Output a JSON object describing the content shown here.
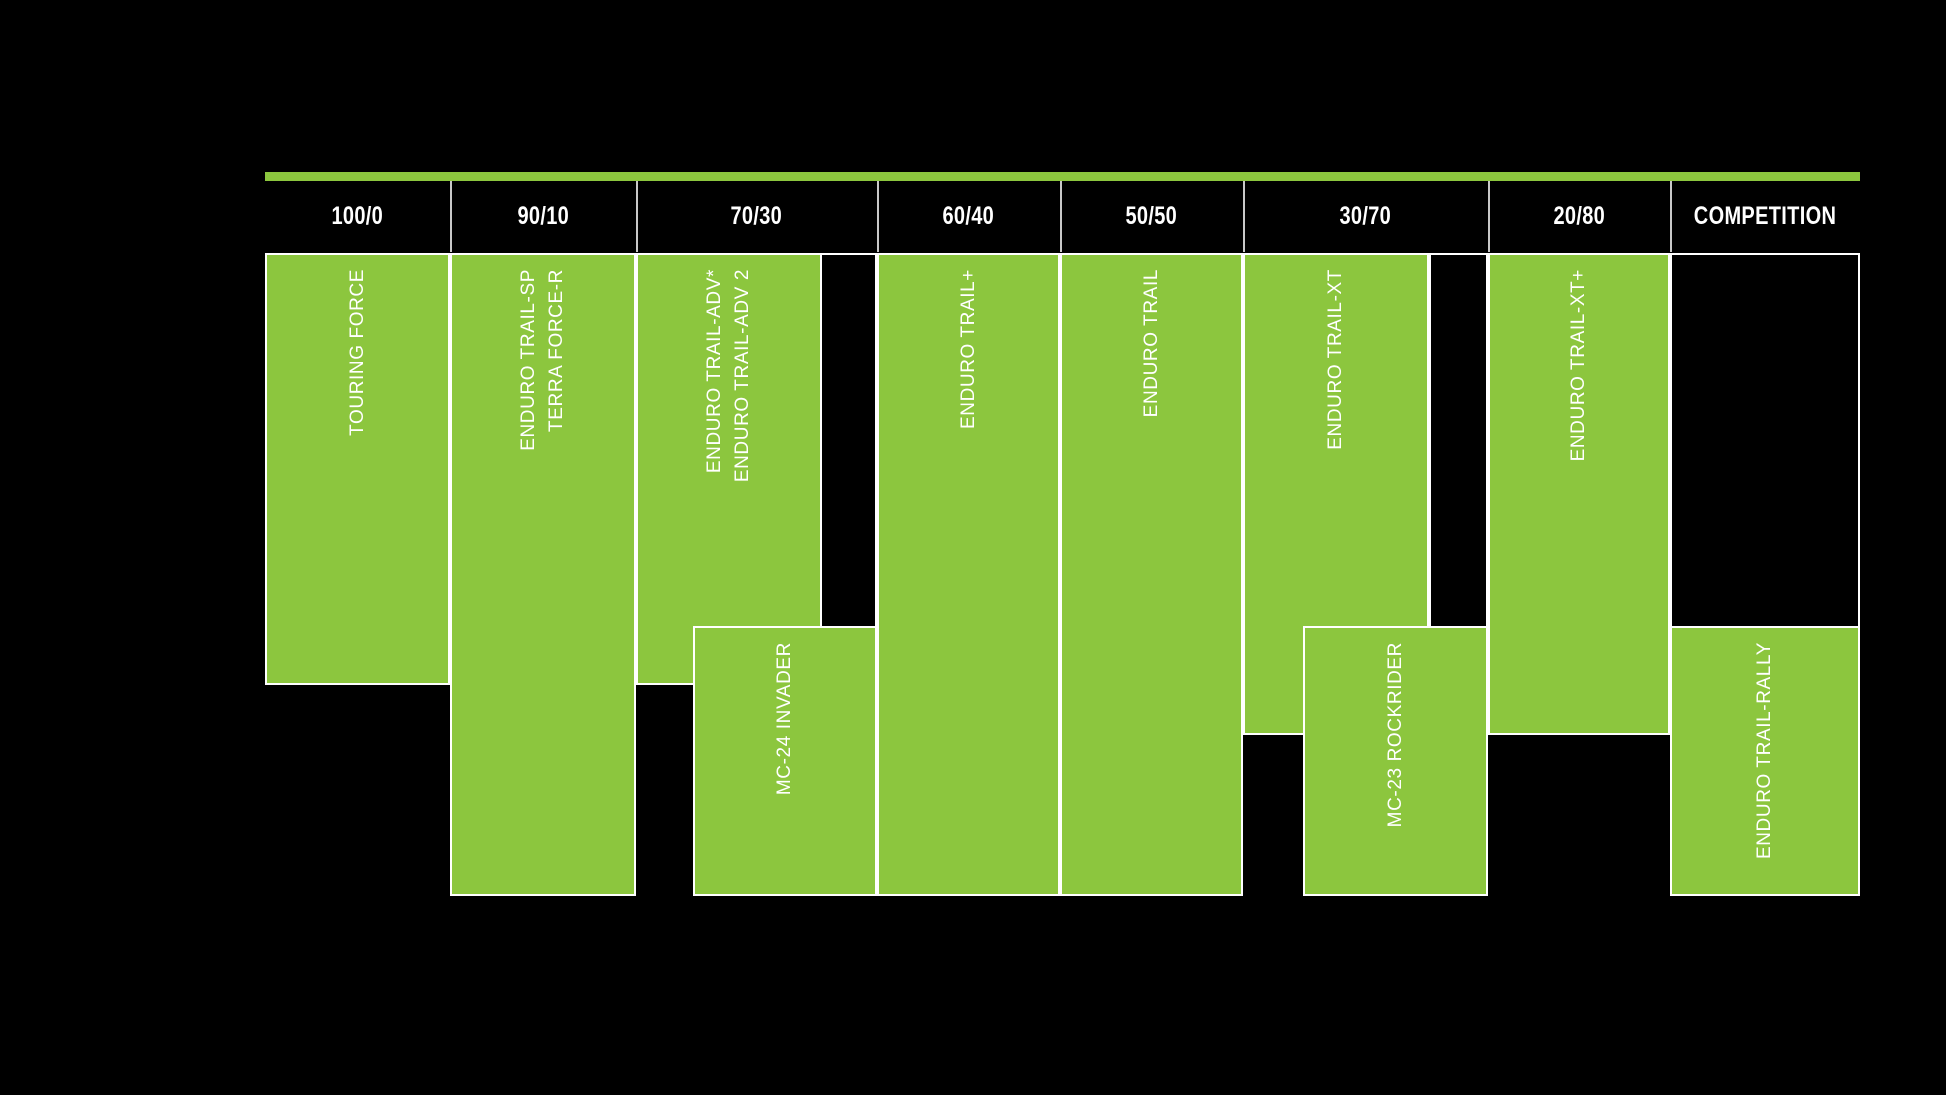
{
  "theme": {
    "background": "#000000",
    "accent_green": "#8CC63E",
    "text_color": "#FFFFFF",
    "divider_color": "#C9C9C9"
  },
  "accent_rule": {
    "label": "top-accent-rule"
  },
  "header": {
    "columns": [
      {
        "label": "100/0"
      },
      {
        "label": "90/10"
      },
      {
        "label": "70/30"
      },
      {
        "label": "60/40"
      },
      {
        "label": "50/50"
      },
      {
        "label": "30/70"
      },
      {
        "label": "20/80"
      },
      {
        "label": "COMPETITION"
      }
    ]
  },
  "chart_data": {
    "type": "bar",
    "title": "",
    "xlabel": "",
    "ylabel": "",
    "categories": [
      "100/0",
      "90/10",
      "70/30",
      "60/40",
      "50/50",
      "30/70",
      "20/80",
      "COMPETITION"
    ],
    "grid": false,
    "legend": "none",
    "bars": [
      {
        "labels": [
          "TOURING FORCE"
        ],
        "column": "100/0",
        "empty": false
      },
      {
        "labels": [
          "TERRA FORCE-R",
          "ENDURO TRAIL-SP"
        ],
        "column": "90/10",
        "empty": false
      },
      {
        "labels": [
          "ENDURO TRAIL-ADV 2",
          "ENDURO TRAIL-ADV*"
        ],
        "column": "70/30",
        "empty": false
      },
      {
        "labels": [],
        "column": "70/30",
        "empty": true
      },
      {
        "labels": [
          "MC-24 INVADER"
        ],
        "column": "70/30",
        "empty": false
      },
      {
        "labels": [
          "ENDURO TRAIL+"
        ],
        "column": "60/40",
        "empty": false
      },
      {
        "labels": [
          "ENDURO TRAIL"
        ],
        "column": "50/50",
        "empty": false
      },
      {
        "labels": [
          "ENDURO TRAIL-XT"
        ],
        "column": "30/70",
        "empty": false
      },
      {
        "labels": [
          "MC-23 ROCKRIDER"
        ],
        "column": "30/70",
        "empty": false
      },
      {
        "labels": [],
        "column": "20/80",
        "empty": true
      },
      {
        "labels": [
          "ENDURO TRAIL-XT+"
        ],
        "column": "20/80",
        "empty": false
      },
      {
        "labels": [],
        "column": "COMPETITION",
        "empty": true
      },
      {
        "labels": [
          "ENDURO TRAIL-RALLY"
        ],
        "column": "COMPETITION",
        "empty": false
      }
    ]
  }
}
